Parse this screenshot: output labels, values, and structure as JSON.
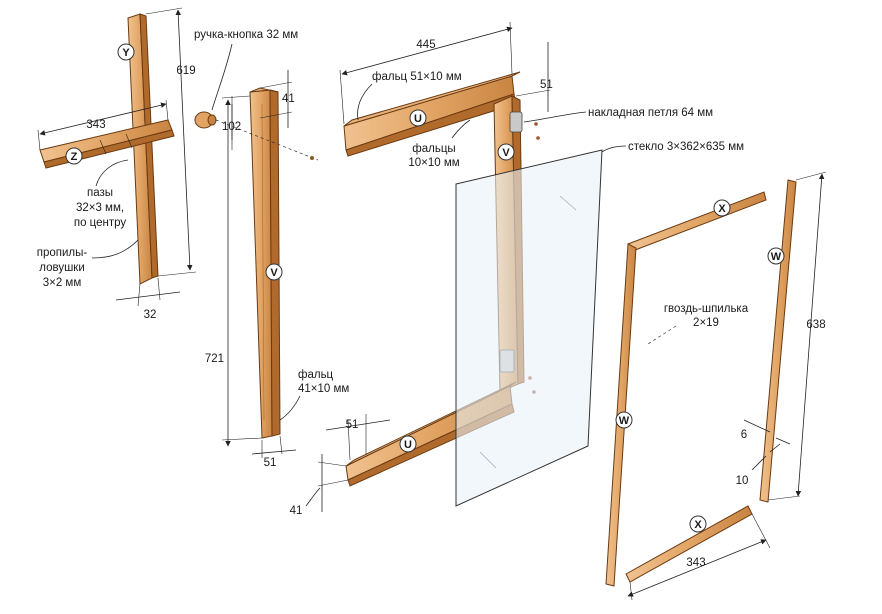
{
  "labels": {
    "knob": "ручка-кнопка 32 мм",
    "rabbet_top": "фальц 51×10 мм",
    "hinge": "накладная петля 64 мм",
    "glass": "стекло 3×362×635 мм",
    "rabbets_line1": "фальцы",
    "rabbets_line2": "10×10 мм",
    "grooves_line1": "пазы",
    "grooves_line2": "32×3 мм,",
    "grooves_line3": "по центру",
    "saw_line1": "пропилы-",
    "saw_line2": "ловушки",
    "saw_line3": "3×2 мм",
    "nail_line1": "гвоздь-шпилька",
    "nail_line2": "2×19",
    "rabbet_side_line1": "фальц",
    "rabbet_side_line2": "41×10 мм"
  },
  "dimensions": {
    "d619": "619",
    "d343a": "343",
    "d32": "32",
    "d102": "102",
    "d41a": "41",
    "d721": "721",
    "d51a": "51",
    "d445": "445",
    "d51b": "51",
    "d51c": "51",
    "d41b": "41",
    "d638": "638",
    "d6": "6",
    "d10": "10",
    "d343b": "343"
  },
  "parts": {
    "Y": "Y",
    "Z": "Z",
    "V_side": "V",
    "U_top": "U",
    "V_frame": "V",
    "U_bottom": "U",
    "X_top": "X",
    "W_right": "W",
    "W_left": "W",
    "X_bottom": "X"
  },
  "colors": {
    "wood_light": "#e8b47c",
    "wood_dark": "#b06a2c",
    "wood_edge": "#6b3a12",
    "glass": "#e8f2f6"
  }
}
